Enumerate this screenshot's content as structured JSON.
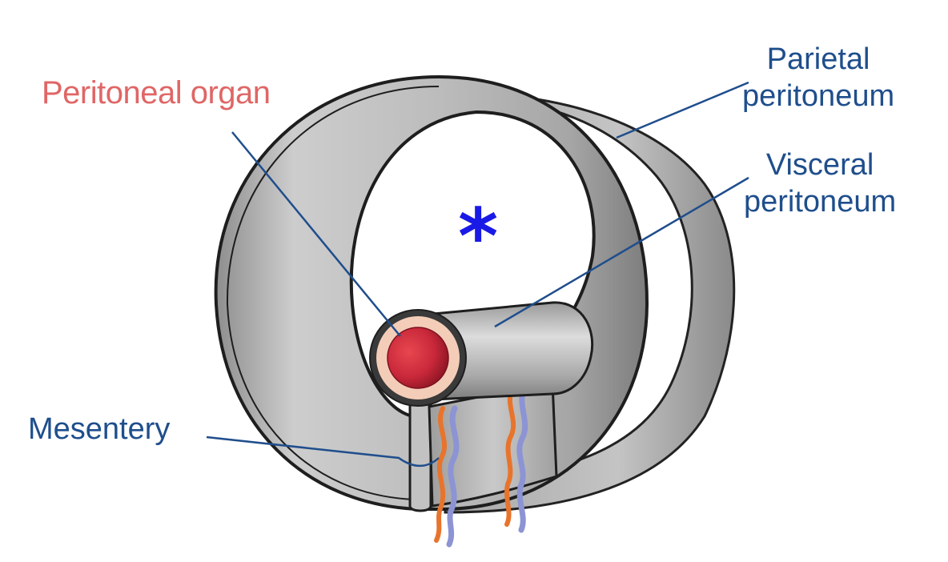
{
  "labels": {
    "peritoneal_organ": "Peritoneal organ",
    "parietal_line1": "Parietal",
    "parietal_line2": "peritoneum",
    "visceral_line1": "Visceral",
    "visceral_line2": "peritoneum",
    "mesentery": "Mesentery"
  },
  "cavity_marker": "*",
  "colors": {
    "label_blue": "#1f4e8c",
    "organ_label": "#e06666",
    "marker_blue": "#1a1ae6",
    "membrane_gray": "#b5b5b5",
    "organ_red": "#c8283a",
    "organ_wall": "#f4cdb8",
    "artery": "#e8742c",
    "vein": "#8c94d4"
  }
}
